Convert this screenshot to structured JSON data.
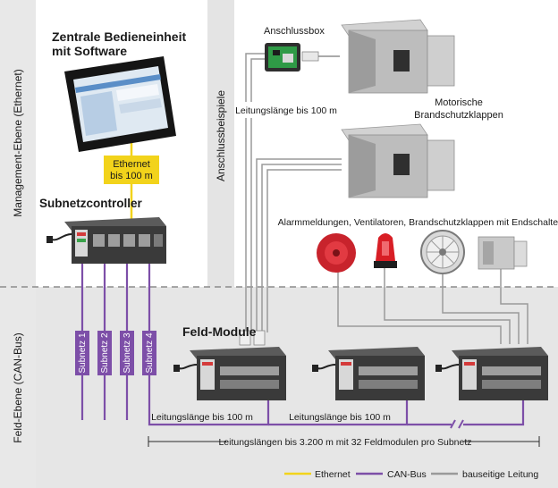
{
  "labels": {
    "zentrale_line1": "Zentrale Bedieneinheit",
    "zentrale_line2": "mit Software",
    "management_ebene": "Management-Ebene (Ethernet)",
    "feld_ebene": "Feld-Ebene (CAN-Bus)",
    "anschlussbeispiele": "Anschlussbeispiele",
    "anschlussbox": "Anschlussbox",
    "ethernet_line1": "Ethernet",
    "ethernet_line2": "bis 100 m",
    "subnetzcontroller": "Subnetzcontroller",
    "leitungslaenge_top": "Leitungslänge bis 100 m",
    "motorische_line1": "Motorische",
    "motorische_line2": "Brandschutzklappen",
    "alarm": "Alarmmeldungen, Ventilatoren, Brandschutzklappen mit Endschaltern",
    "feld_module": "Feld-Module",
    "leitung_1": "Leitungslänge bis 100 m",
    "leitung_2": "Leitungslänge bis 100 m",
    "leitungslaengen_total": "Leitungslängen bis 3.200 m mit 32 Feldmodulen pro Subnetz"
  },
  "subnets": [
    "Subnetz 1",
    "Subnetz 2",
    "Subnetz 3",
    "Subnetz 4"
  ],
  "legend": [
    {
      "label": "Ethernet",
      "color": "#f2d31b"
    },
    {
      "label": "CAN-Bus",
      "color": "#7d4fa8"
    },
    {
      "label": "bauseitige Leitung",
      "color": "#9a9a9a"
    }
  ],
  "colors": {
    "ethernet": "#f2d31b",
    "canbus": "#7d4fa8",
    "cable": "#9a9a9a",
    "field_bg": "#e6e6e6",
    "divider": "#8c8c8c"
  }
}
